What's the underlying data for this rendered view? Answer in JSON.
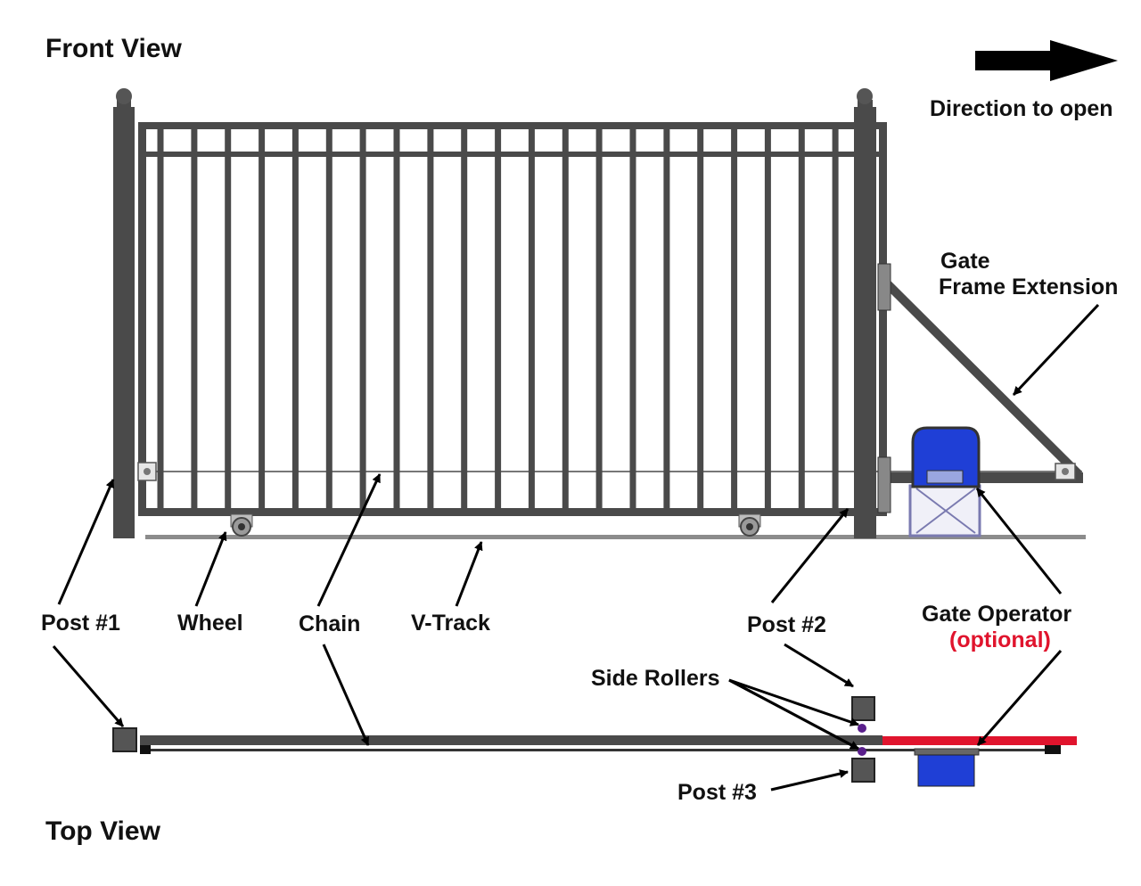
{
  "headings": {
    "front_view": "Front View",
    "top_view": "Top View"
  },
  "direction": {
    "label": "Direction to open",
    "icon": "right-arrow-icon"
  },
  "labels": {
    "gate_frame_extension_line1": "Gate",
    "gate_frame_extension_line2": "Frame Extension",
    "post_1": "Post #1",
    "wheel": "Wheel",
    "chain": "Chain",
    "v_track": "V-Track",
    "post_2": "Post #2",
    "gate_operator": "Gate Operator",
    "gate_operator_note": "(optional)",
    "side_rollers": "Side Rollers",
    "post_3": "Post #3"
  },
  "colors": {
    "metal": "#4a4a4a",
    "dark": "#2b2b2b",
    "track": "#8c8c8c",
    "operator_blue": "#1f3fd6",
    "optional_red": "#e0142d",
    "roller_purple": "#5a1f8c"
  }
}
